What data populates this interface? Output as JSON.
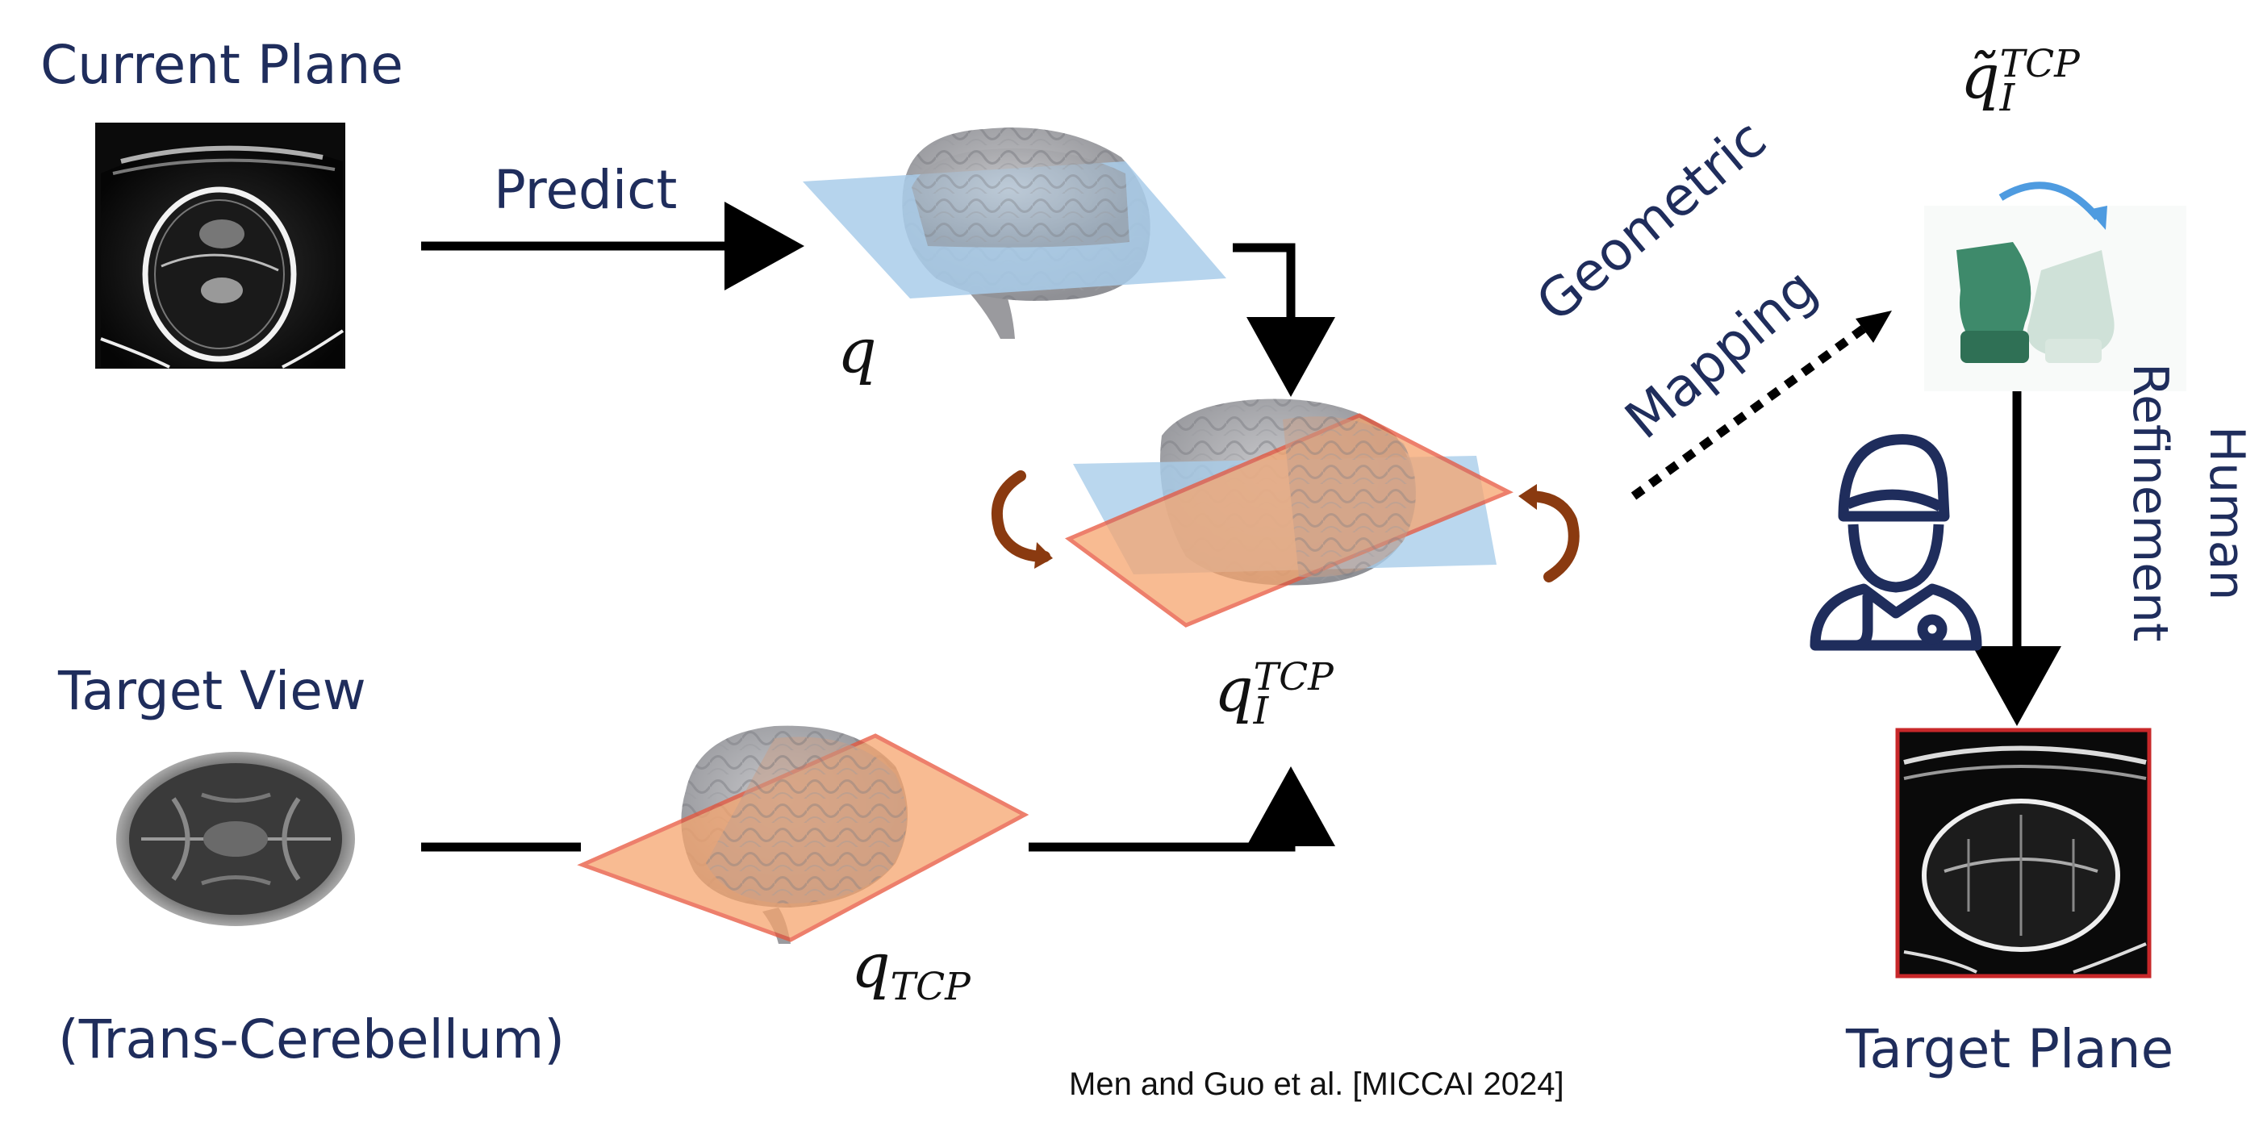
{
  "labels": {
    "current_plane": "Current Plane",
    "predict": "Predict",
    "geometric": "Geometric",
    "mapping": "Mapping",
    "human": "Human",
    "refinement": "Refinement",
    "target_view": "Target View",
    "trans_cerebellum": "(Trans-Cerebellum)",
    "target_plane": "Target Plane"
  },
  "math": {
    "q": "q",
    "q_tcp_base": "q",
    "q_tcp_sub": "TCP",
    "q_i_tcp_base": "q",
    "q_i_tcp_sub": "I",
    "q_i_tcp_sup": "TCP",
    "q_tilde_base": "q̃",
    "q_tilde_sub": "I",
    "q_tilde_sup": "TCP"
  },
  "citation": "Men and Guo et al. [MICCAI 2024]",
  "colors": {
    "label_navy": "#1f2d5c",
    "blue_plane": "#a9cdea",
    "orange_plane": "#f6a56e",
    "orange_border": "#e8553b",
    "rotation_arrow": "#8a3a10",
    "probe_green": "#3e8a6b",
    "curved_arrow_blue": "#4e9be0"
  },
  "icons": [
    "ultrasound-image-icon",
    "brain-icon",
    "probe-icon",
    "doctor-icon"
  ]
}
